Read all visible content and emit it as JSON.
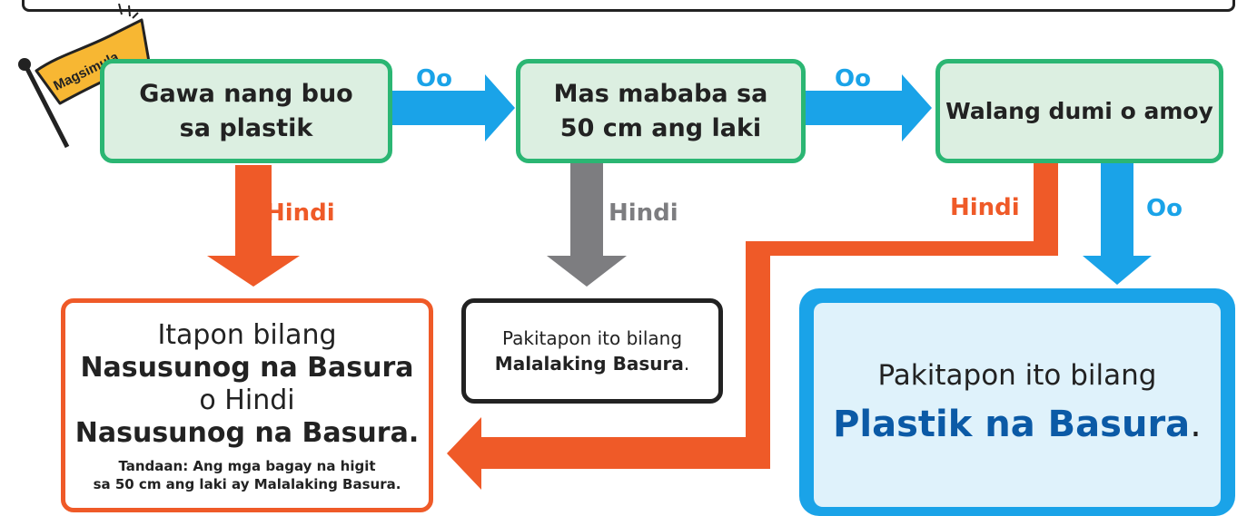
{
  "flag": {
    "label": "Magsimula"
  },
  "steps": {
    "step1": [
      "Gawa nang buo",
      "sa plastik"
    ],
    "step2": [
      "Mas mababa sa",
      "50 cm ang laki"
    ],
    "step3": [
      "Walang dumi o amoy"
    ]
  },
  "labels": {
    "yes_1": "Oo",
    "yes_2": "Oo",
    "yes_3": "Oo",
    "no_1": "Hindi",
    "no_2": "Hindi",
    "no_3": "Hindi"
  },
  "outcomes": {
    "burnable": {
      "line1": "Itapon bilang",
      "line2": "Nasusunog na Basura",
      "line3": "o Hindi",
      "line4": "Nasusunog na Basura.",
      "note_line1": "Tandaan: Ang mga bagay na higit",
      "note_line2_prefix": "sa 50 cm ang laki ay ",
      "note_line2_bold": "Malalaking Basura",
      "note_line2_end": "."
    },
    "oversized": {
      "line1": "Pakitapon ito bilang",
      "line2_bold": "Malalaking Basura",
      "line2_end": "."
    },
    "plastic": {
      "line1": "Pakitapon ito bilang",
      "line2_bold": "Plastik na Basura",
      "line2_end": "."
    }
  },
  "colors": {
    "yes": "#1aa3e8",
    "no_orange": "#ef5a28",
    "no_gray": "#7d7d80",
    "step_border": "#2bb673",
    "step_fill": "#dcefe1",
    "plastic_text": "#0b5aa6"
  }
}
